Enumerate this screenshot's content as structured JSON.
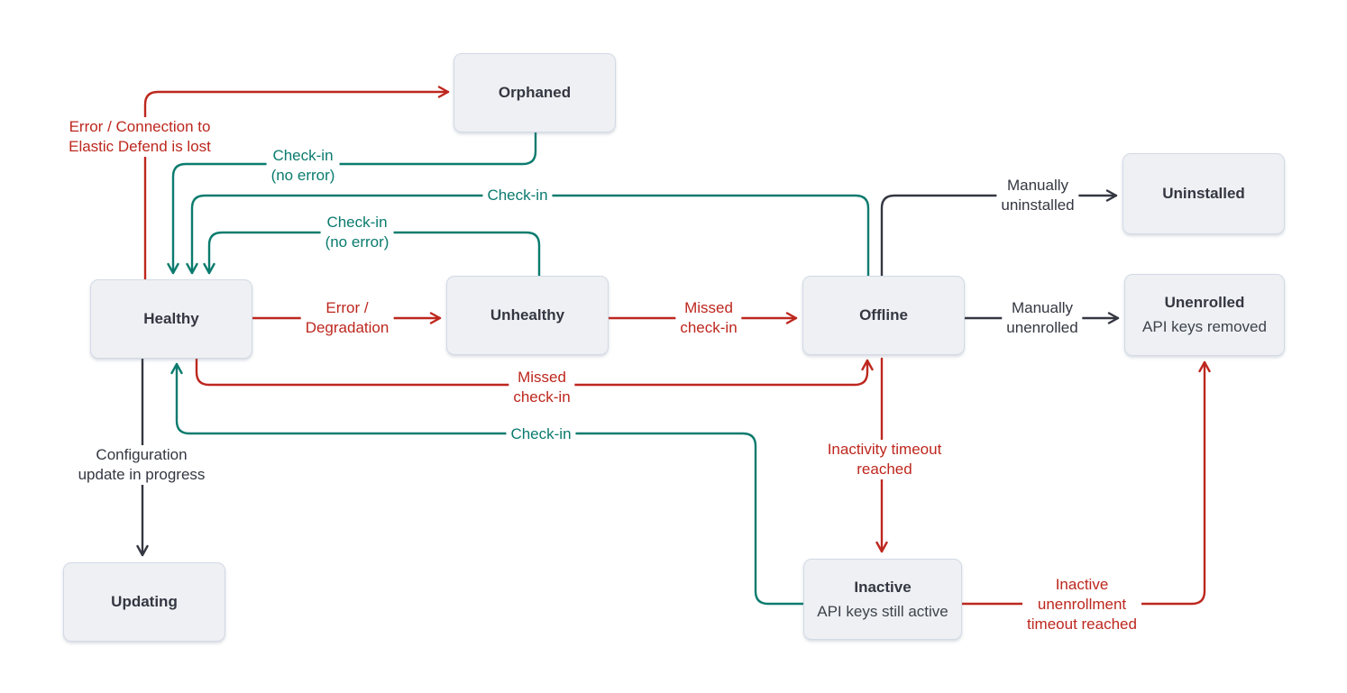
{
  "colors": {
    "red": "#bd271e",
    "teal": "#0b7b6e",
    "dark": "#343741",
    "node_fill": "#eef0f3",
    "node_border": "#d3dae6",
    "background": "#ffffff"
  },
  "nodes": {
    "orphaned": {
      "title": "Orphaned"
    },
    "healthy": {
      "title": "Healthy"
    },
    "unhealthy": {
      "title": "Unhealthy"
    },
    "offline": {
      "title": "Offline"
    },
    "uninstalled": {
      "title": "Uninstalled"
    },
    "unenrolled": {
      "title": "Unenrolled",
      "subtitle": "API keys removed"
    },
    "updating": {
      "title": "Updating"
    },
    "inactive": {
      "title": "Inactive",
      "subtitle": "API keys still active"
    }
  },
  "edges": {
    "healthy_to_orphaned": {
      "color": "red",
      "lines": [
        "Error / Connection to",
        "Elastic Defend is lost"
      ]
    },
    "orphaned_to_healthy": {
      "color": "teal",
      "lines": [
        "Check-in",
        "(no error)"
      ]
    },
    "offline_to_healthy": {
      "color": "teal",
      "lines": [
        "Check-in"
      ]
    },
    "unhealthy_to_healthy": {
      "color": "teal",
      "lines": [
        "Check-in",
        "(no error)"
      ]
    },
    "healthy_to_unhealthy": {
      "color": "red",
      "lines": [
        "Error /",
        "Degradation"
      ]
    },
    "unhealthy_to_offline": {
      "color": "red",
      "lines": [
        "Missed",
        "check-in"
      ]
    },
    "offline_to_uninstalled": {
      "color": "dark",
      "lines": [
        "Manually",
        "uninstalled"
      ]
    },
    "offline_to_unenrolled": {
      "color": "dark",
      "lines": [
        "Manually",
        "unenrolled"
      ]
    },
    "healthy_to_offline": {
      "color": "red",
      "lines": [
        "Missed",
        "check-in"
      ]
    },
    "inactive_to_healthy": {
      "color": "teal",
      "lines": [
        "Check-in"
      ]
    },
    "healthy_to_updating": {
      "color": "dark",
      "lines": [
        "Configuration",
        "update in progress"
      ]
    },
    "offline_to_inactive": {
      "color": "red",
      "lines": [
        "Inactivity timeout",
        "reached"
      ]
    },
    "inactive_to_unenrolled": {
      "color": "red",
      "lines": [
        "Inactive",
        "unenrollment",
        "timeout reached"
      ]
    }
  }
}
